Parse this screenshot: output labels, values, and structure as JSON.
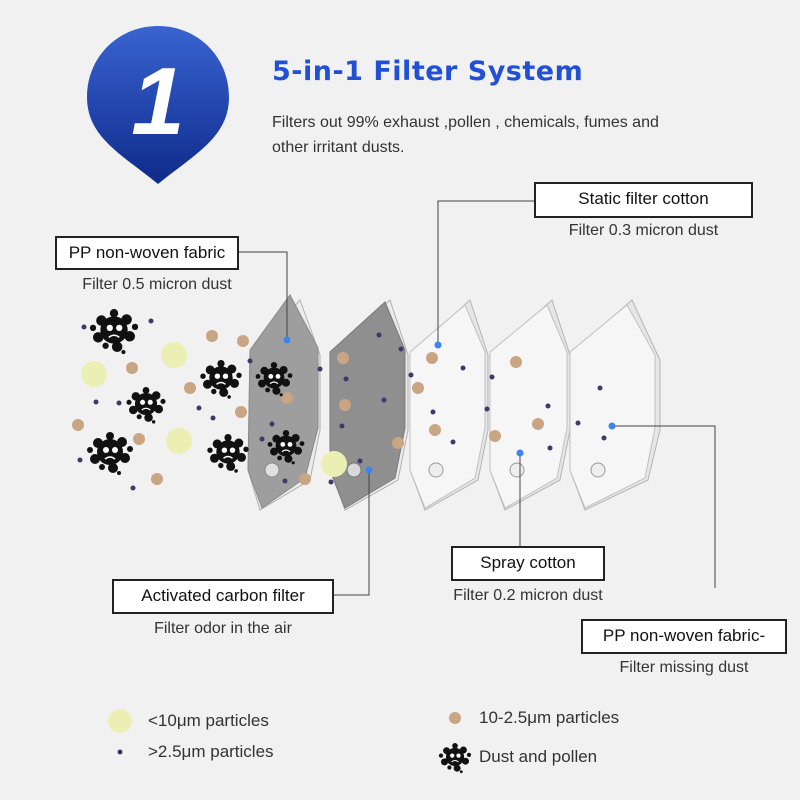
{
  "badge": {
    "number": "1"
  },
  "header": {
    "title": "5-in-1 Filter System",
    "subtitle": "Filters out 99% exhaust ,pollen , chemicals, fumes and other irritant dusts."
  },
  "layers": [
    {
      "name": "PP non-woven fabric",
      "description": "Filter 0.5 micron dust"
    },
    {
      "name": "Activated carbon filter",
      "description": "Filter odor in the air"
    },
    {
      "name": "Static filter cotton",
      "description": "Filter 0.3 micron dust"
    },
    {
      "name": "Spray cotton",
      "description": "Filter 0.2 micron dust"
    },
    {
      "name": "PP non-woven fabric-",
      "description": "Filter missing dust"
    }
  ],
  "legend": [
    {
      "label": "<10μm particles",
      "icon": "yellow-circle-icon",
      "color": "#ecefb4"
    },
    {
      "label": "10-2.5μm particles",
      "icon": "tan-dot-icon",
      "color": "#c9a583"
    },
    {
      "label": ">2.5μm particles",
      "icon": "navy-dot-icon",
      "color": "#3b3a6a"
    },
    {
      "label": "Dust and pollen",
      "icon": "dust-pollen-icon",
      "color": "#111111"
    }
  ],
  "colors": {
    "title": "#2150d6",
    "badge_top": "#3a64d2",
    "badge_bottom": "#0e2a8a",
    "callout_dot": "#3a86f0"
  }
}
